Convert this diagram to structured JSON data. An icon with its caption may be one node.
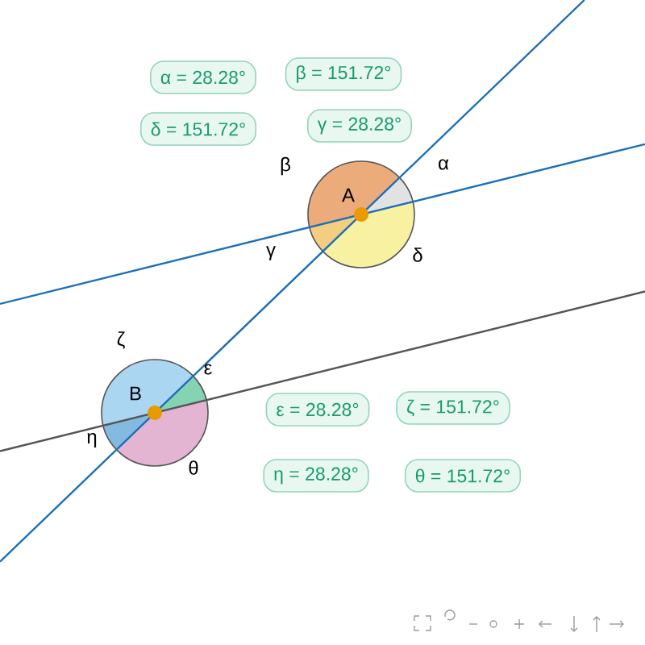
{
  "diagram": {
    "nodes": [
      {
        "text": [
          "α = 28.28°"
        ]
      },
      {
        "text": [
          "β = 151.72°"
        ]
      },
      {
        "text": [
          "δ = 151.72°"
        ]
      },
      {
        "text": [
          "γ = 28.28°"
        ]
      },
      {
        "text": [
          "ε = 28.28°"
        ]
      },
      {
        "text": [
          "ζ = 151.72°"
        ]
      },
      {
        "text": [
          "η = 28.28°"
        ]
      },
      {
        "text": [
          "θ = 151.72°"
        ]
      }
    ],
    "labels": [
      "β",
      "α",
      "A",
      "γ",
      "δ",
      "ζ",
      "ε",
      "B",
      "η",
      "θ"
    ]
  }
}
